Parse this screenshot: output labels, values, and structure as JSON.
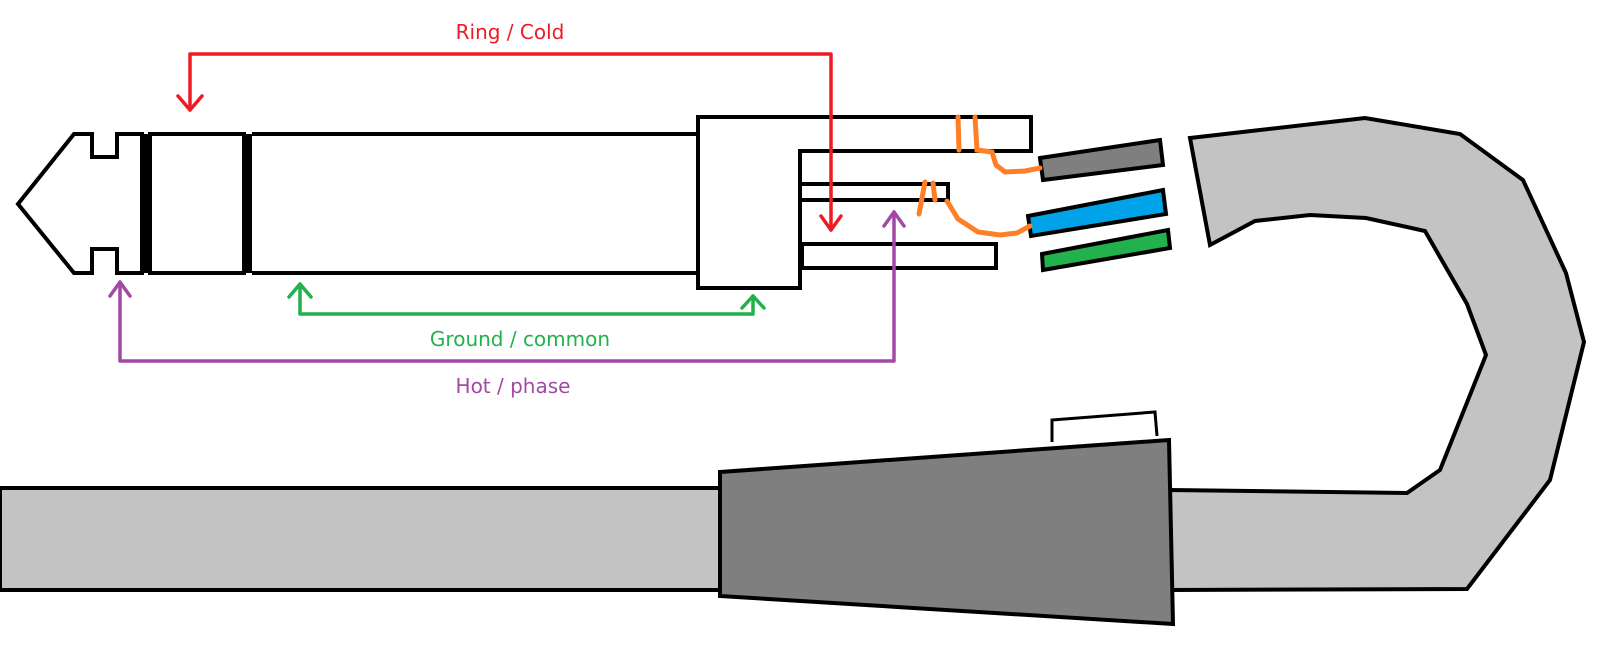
{
  "diagram": {
    "subject": "TRS (stereo/balanced) jack plug wiring",
    "labels": {
      "ring": "Ring / Cold",
      "ground": "Ground / common",
      "hot": "Hot / phase"
    },
    "colors": {
      "ring": "#ed1c24",
      "ground": "#22b14c",
      "hot": "#a349a4",
      "solder": "#ff7f27",
      "wire_gray": "#7f7f7f",
      "wire_blue": "#00a2e8",
      "wire_green": "#22b14c",
      "cable_jacket": "#c3c3c3",
      "strain_relief": "#7f7f7f",
      "outline": "#000000"
    },
    "parts": {
      "tip": "tip",
      "ring": "ring",
      "sleeve": "sleeve",
      "housing": "plug-housing",
      "wires": [
        "gray wire",
        "blue wire",
        "green wire"
      ],
      "cable": "cable",
      "boot": "strain-relief boot"
    }
  }
}
